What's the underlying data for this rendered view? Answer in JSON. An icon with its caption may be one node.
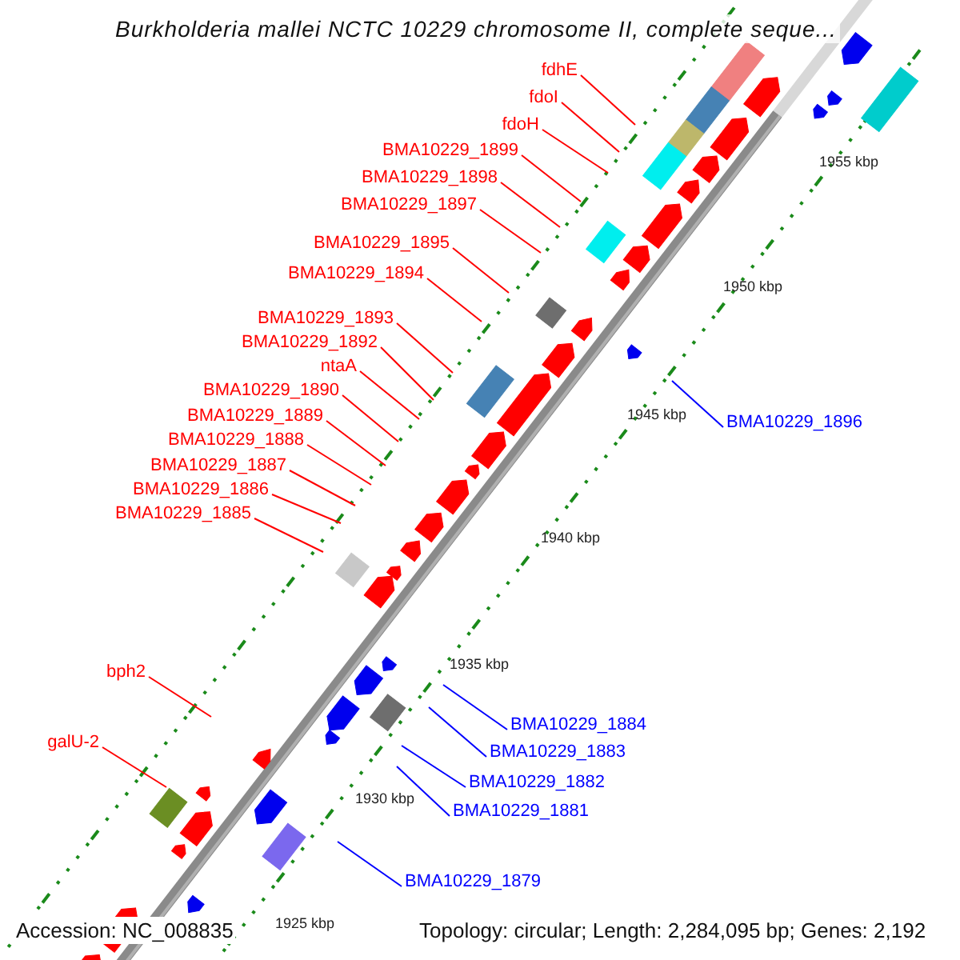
{
  "diagram": {
    "title": "Burkholderia mallei NCTC 10229 chromosome II, complete seque...",
    "nodes": [
      {
        "text": [
          "fdhE"
        ]
      },
      {
        "text": [
          "fdoI"
        ]
      },
      {
        "text": [
          "fdoH"
        ]
      },
      {
        "text": [
          "BMA10229_1899"
        ]
      },
      {
        "text": [
          "BMA10229_1898"
        ]
      },
      {
        "text": [
          "BMA10229_1897"
        ]
      },
      {
        "text": [
          "BMA10229_1895"
        ]
      },
      {
        "text": [
          "BMA10229_1894"
        ]
      },
      {
        "text": [
          "BMA10229_1893"
        ]
      },
      {
        "text": [
          "BMA10229_1892"
        ]
      },
      {
        "text": [
          "ntaA"
        ]
      },
      {
        "text": [
          "BMA10229_1890"
        ]
      },
      {
        "text": [
          "BMA10229_1889"
        ]
      },
      {
        "text": [
          "BMA10229_1888"
        ]
      },
      {
        "text": [
          "BMA10229_1887"
        ]
      },
      {
        "text": [
          "BMA10229_1886"
        ]
      },
      {
        "text": [
          "BMA10229_1885"
        ]
      },
      {
        "text": [
          "bph2"
        ]
      },
      {
        "text": [
          "galU-2"
        ]
      },
      {
        "text": [
          "BMA10229_1896"
        ]
      },
      {
        "text": [
          "BMA10229_1884"
        ]
      },
      {
        "text": [
          "BMA10229_1883"
        ]
      },
      {
        "text": [
          "BMA10229_1882"
        ]
      },
      {
        "text": [
          "BMA10229_1881"
        ]
      },
      {
        "text": [
          "BMA10229_1879"
        ]
      }
    ],
    "edges": [
      {
        "from": 0,
        "to": null,
        "arrow": "none"
      },
      {
        "from": 1,
        "to": null,
        "arrow": "none"
      },
      {
        "from": 2,
        "to": null,
        "arrow": "none"
      },
      {
        "from": 3,
        "to": null,
        "arrow": "none"
      },
      {
        "from": 4,
        "to": null,
        "arrow": "none"
      },
      {
        "from": 5,
        "to": null,
        "arrow": "none"
      },
      {
        "from": 6,
        "to": null,
        "arrow": "none"
      },
      {
        "from": 7,
        "to": null,
        "arrow": "none"
      },
      {
        "from": 8,
        "to": null,
        "arrow": "none"
      },
      {
        "from": 9,
        "to": null,
        "arrow": "none"
      },
      {
        "from": 10,
        "to": null,
        "arrow": "none"
      },
      {
        "from": 11,
        "to": null,
        "arrow": "none"
      },
      {
        "from": 12,
        "to": null,
        "arrow": "none"
      },
      {
        "from": 13,
        "to": null,
        "arrow": "none"
      },
      {
        "from": 14,
        "to": null,
        "arrow": "none"
      },
      {
        "from": 15,
        "to": null,
        "arrow": "none"
      },
      {
        "from": 16,
        "to": null,
        "arrow": "none"
      },
      {
        "from": 17,
        "to": null,
        "arrow": "none"
      },
      {
        "from": 18,
        "to": null,
        "arrow": "none"
      },
      {
        "from": 19,
        "to": null,
        "arrow": "none",
        "color": "#0000ff"
      },
      {
        "from": 20,
        "to": null,
        "arrow": "none",
        "color": "#0000ff"
      },
      {
        "from": 21,
        "to": null,
        "arrow": "none",
        "color": "#0000ff"
      },
      {
        "from": 22,
        "to": null,
        "arrow": "none",
        "color": "#0000ff"
      },
      {
        "from": 23,
        "to": null,
        "arrow": "none",
        "color": "#0000ff"
      },
      {
        "from": 24,
        "to": null,
        "arrow": "none",
        "color": "#0000ff"
      }
    ],
    "labels": [
      "1955 kbp",
      "1950 kbp",
      "1945 kbp",
      "1940 kbp",
      "1935 kbp",
      "1930 kbp",
      "1925 kbp",
      "Accession: NC_008835",
      "Topology: circular; Length: 2,284,095 bp; Genes: 2,192"
    ]
  }
}
